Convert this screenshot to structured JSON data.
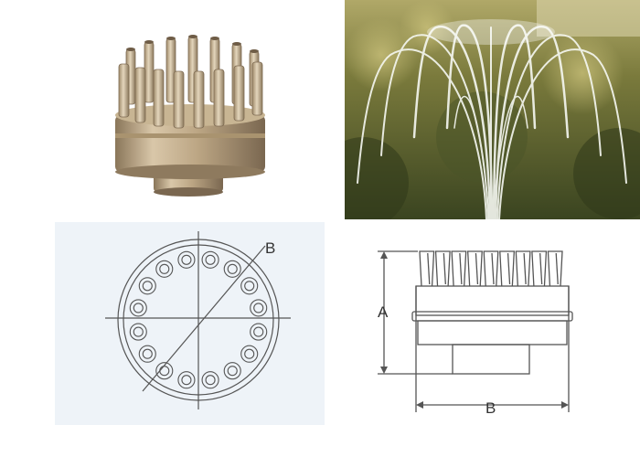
{
  "top_view": {
    "diameter_label": "B"
  },
  "side_view": {
    "height_label": "A",
    "width_label": "B"
  },
  "colors": {
    "brass_light": "#d8c6a8",
    "brass_mid": "#b49e7e",
    "brass_dark": "#7d6a52",
    "foliage_dark": "#3e4a24",
    "foliage_light": "#9a9a50",
    "water": "#f4f6f2",
    "drawing_line": "#555555",
    "drawing_bg": "#eef3f8"
  }
}
